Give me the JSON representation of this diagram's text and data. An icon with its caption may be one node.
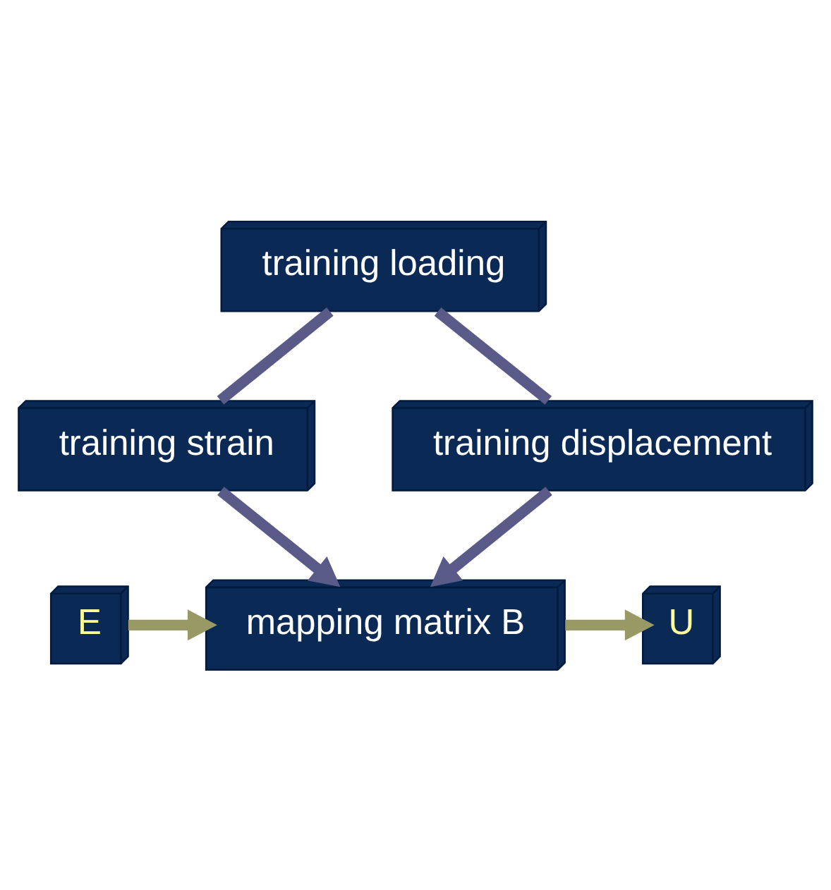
{
  "diagram": {
    "nodes": [
      {
        "text": [
          "training loading"
        ]
      },
      {
        "text": [
          "training strain"
        ]
      },
      {
        "text": [
          "training displacement"
        ]
      },
      {
        "text": [
          "mapping matrix B"
        ]
      },
      {
        "text": [
          "E"
        ]
      },
      {
        "text": [
          "U"
        ]
      }
    ],
    "edges": [
      {
        "from": 0,
        "to": 1,
        "arrow": "none"
      },
      {
        "from": 0,
        "to": 2,
        "arrow": "none"
      },
      {
        "from": 1,
        "to": 3,
        "arrow": "to"
      },
      {
        "from": 2,
        "to": 3,
        "arrow": "to"
      },
      {
        "from": 4,
        "to": 3,
        "arrow": "to",
        "color": "#999966"
      },
      {
        "from": 3,
        "to": 5,
        "arrow": "to",
        "color": "#999966"
      }
    ]
  }
}
